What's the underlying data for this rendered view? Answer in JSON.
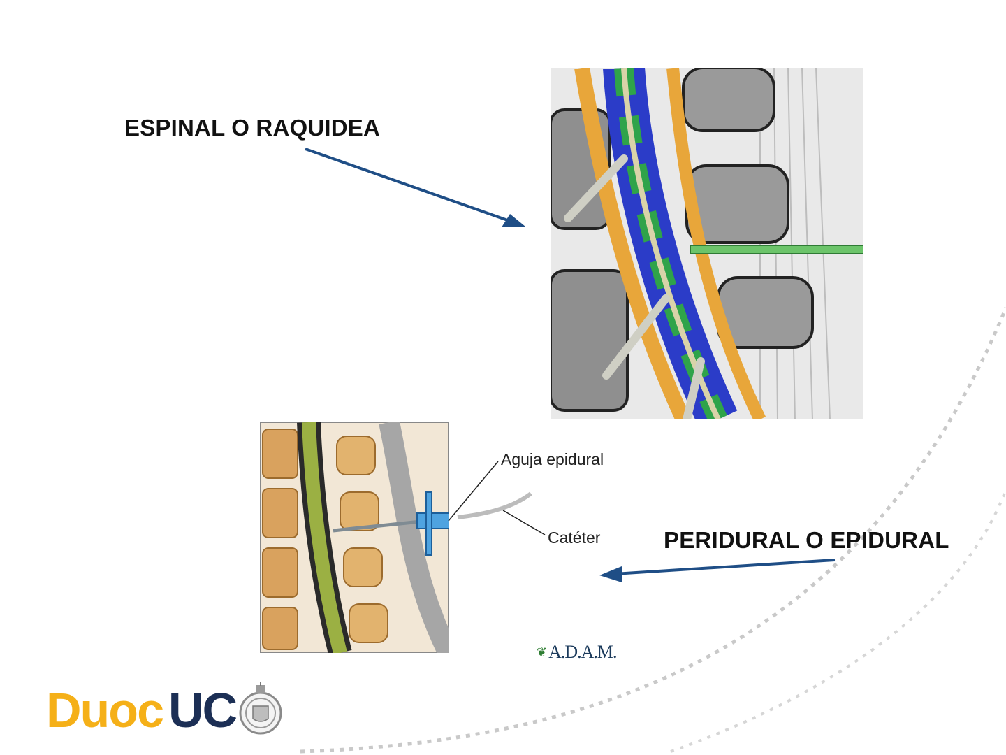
{
  "slide": {
    "label_spinal": "ESPINAL O RAQUIDEA",
    "label_epidural": "PERIDURAL O EPIDURAL",
    "callout_needle": "Aguja epidural",
    "callout_catheter": "Catéter",
    "credit_adam": "A.D.A.M."
  },
  "logo": {
    "duoc": "Duoc",
    "uc": "UC"
  },
  "colors": {
    "arrow": "#1f4e86",
    "logo_yellow": "#f5b018",
    "logo_navy": "#1c2f55"
  }
}
